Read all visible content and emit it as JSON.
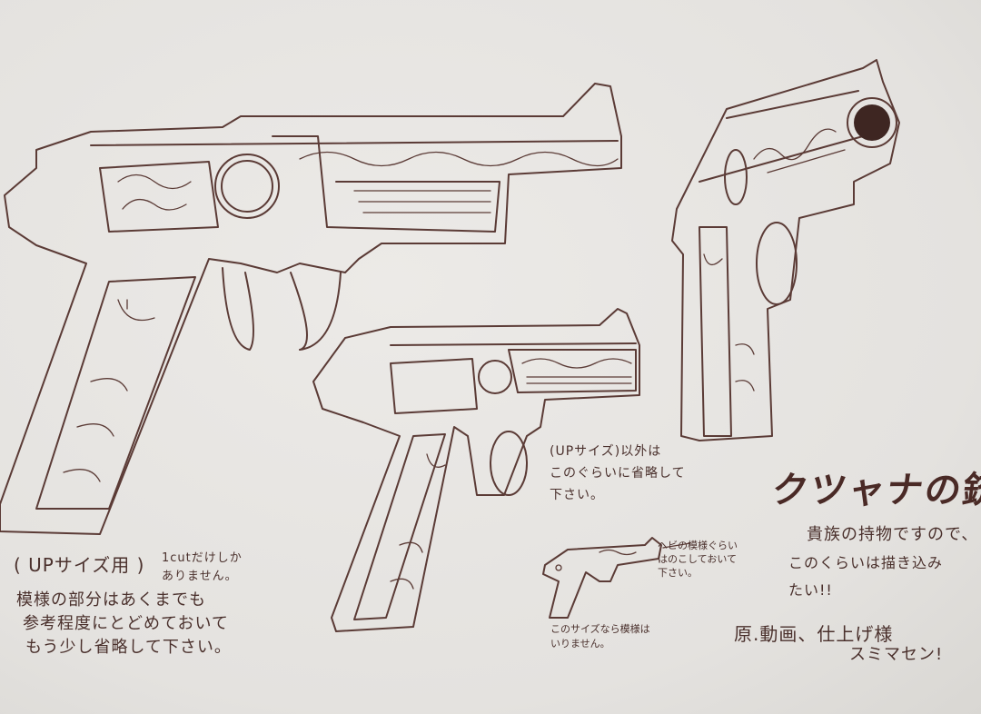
{
  "title": "クツャナの銃",
  "notes": {
    "up_size": {
      "label": "( UPサイズ用 )",
      "aside": [
        "1cutだけしか",
        "ありません。"
      ],
      "lines": [
        "模様の部分はあくまでも",
        "参考程度にとどめておいて",
        "もう少し省略して下さい。"
      ]
    },
    "other_size": [
      "(UPサイズ)以外は",
      "このぐらいに省略して",
      "下さい。"
    ],
    "snake": [
      "ヘビの模様ぐらい",
      "はのこしておいて",
      "下さい。"
    ],
    "small_size": [
      "このサイズなら模様は",
      "いりません。"
    ],
    "noble": [
      "貴族の持物ですので、",
      "このくらいは描き込み",
      "たい!!"
    ],
    "thanks": [
      "原.動画、仕上げ様",
      "スミマセン!"
    ]
  },
  "colors": {
    "paper": "#e7e6e3",
    "ink": "#5b3b36"
  }
}
